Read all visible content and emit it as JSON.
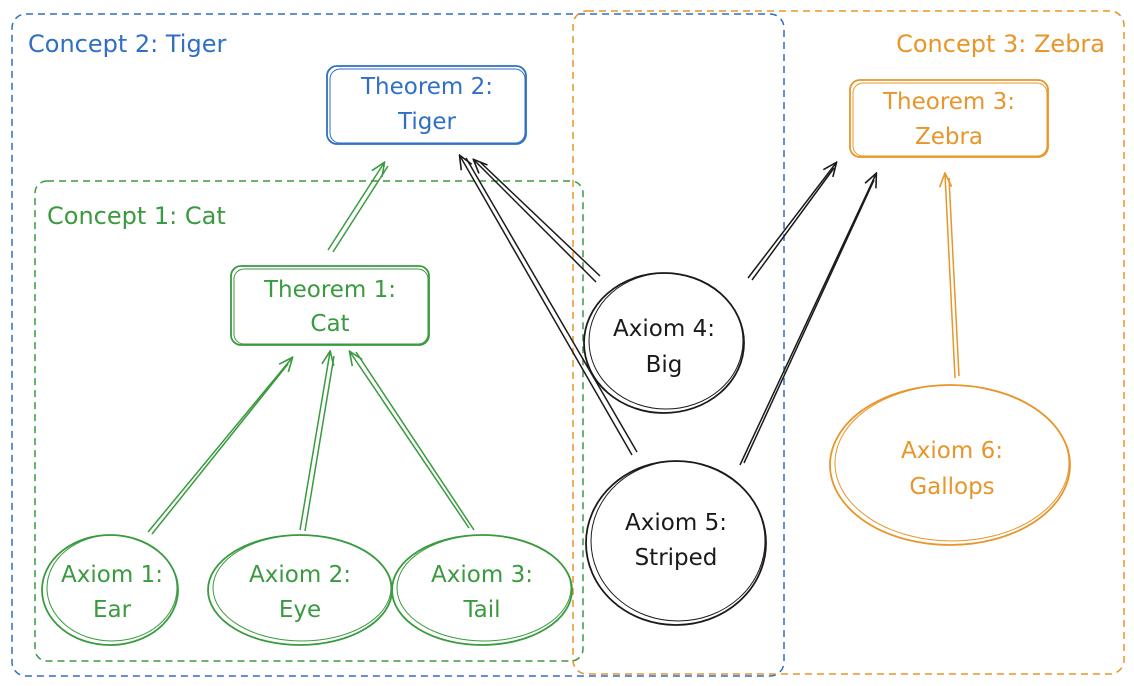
{
  "colors": {
    "blue": "#2f6fc4",
    "green": "#3a9a3f",
    "orange": "#e8952a",
    "black": "#1a1a1a"
  },
  "groups": {
    "tiger": {
      "label": "Concept 2: Tiger"
    },
    "zebra": {
      "label": "Concept 3: Zebra"
    },
    "cat": {
      "label": "Concept 1: Cat"
    }
  },
  "theorems": {
    "tiger": {
      "line1": "Theorem 2:",
      "line2": "Tiger"
    },
    "zebra": {
      "line1": "Theorem 3:",
      "line2": "Zebra"
    },
    "cat": {
      "line1": "Theorem 1:",
      "line2": "Cat"
    }
  },
  "axioms": {
    "ear": {
      "line1": "Axiom 1:",
      "line2": "Ear"
    },
    "eye": {
      "line1": "Axiom 2:",
      "line2": "Eye"
    },
    "tail": {
      "line1": "Axiom 3:",
      "line2": "Tail"
    },
    "big": {
      "line1": "Axiom 4:",
      "line2": "Big"
    },
    "striped": {
      "line1": "Axiom 5:",
      "line2": "Striped"
    },
    "gallops": {
      "line1": "Axiom 6:",
      "line2": "Gallops"
    }
  }
}
